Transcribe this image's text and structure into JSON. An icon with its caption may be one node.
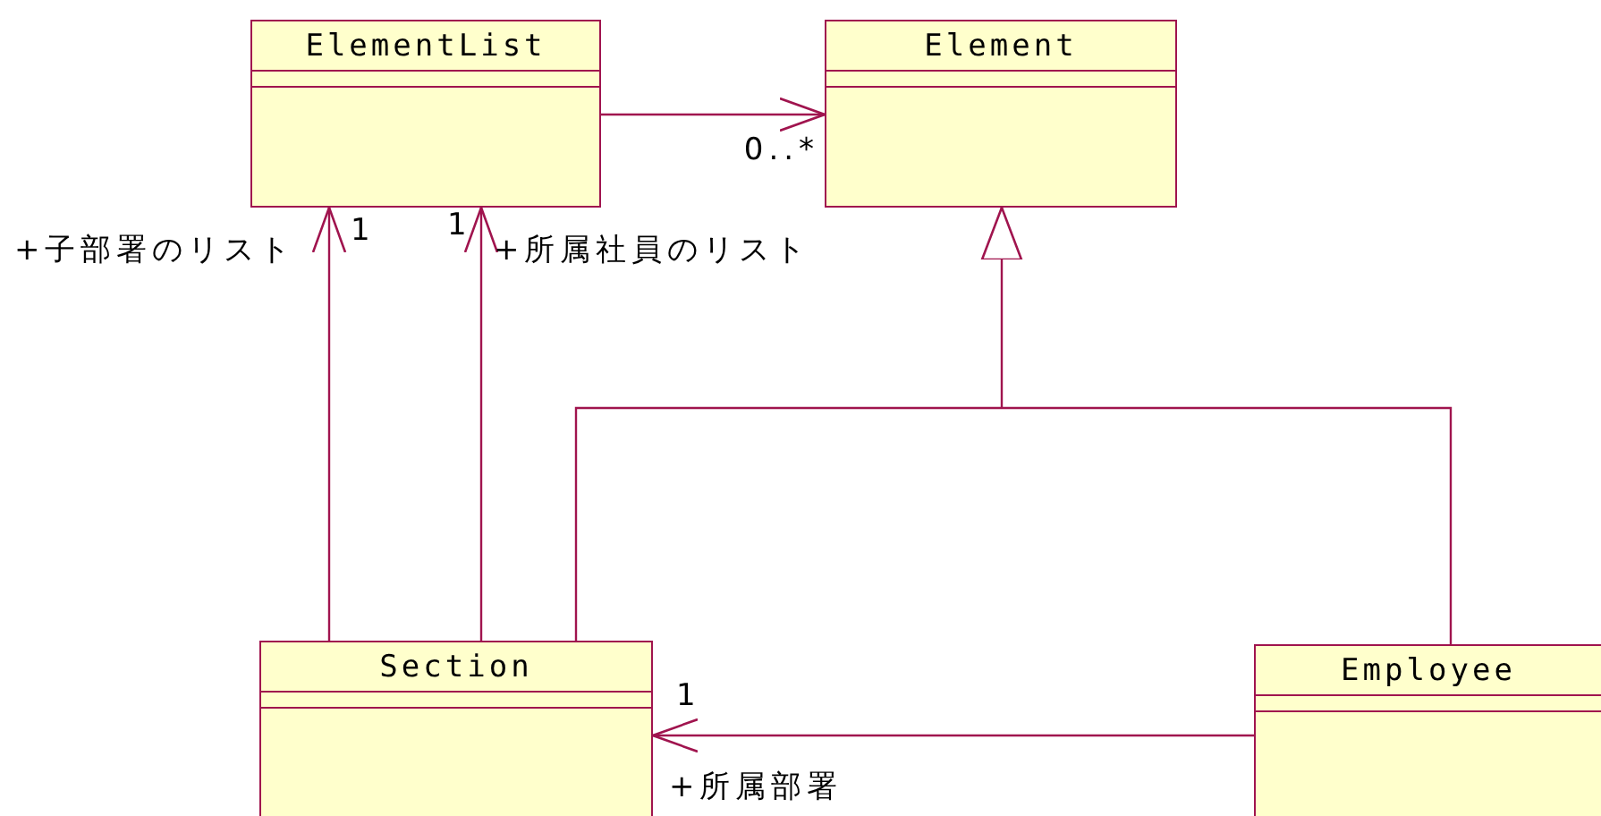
{
  "diagram": {
    "nodes": [
      {
        "text": [
          "ElementList"
        ]
      },
      {
        "text": [
          "Element"
        ]
      },
      {
        "text": [
          "Section"
        ]
      },
      {
        "text": [
          "Employee"
        ]
      }
    ],
    "edges": [
      {
        "from": 0,
        "to": 1,
        "arrow": "to"
      },
      {
        "from": 2,
        "to": 0,
        "arrow": "to"
      },
      {
        "from": 2,
        "to": 0,
        "arrow": "to"
      },
      {
        "from": 3,
        "to": 2,
        "arrow": "to"
      },
      {
        "from": 2,
        "to": 1,
        "arrow": "to"
      },
      {
        "from": 3,
        "to": 1,
        "arrow": "to"
      }
    ],
    "labels": [
      "0..*",
      "+子部署のリスト",
      "1",
      "1",
      "+所属社員のリスト",
      "1",
      "+所属部署"
    ]
  }
}
